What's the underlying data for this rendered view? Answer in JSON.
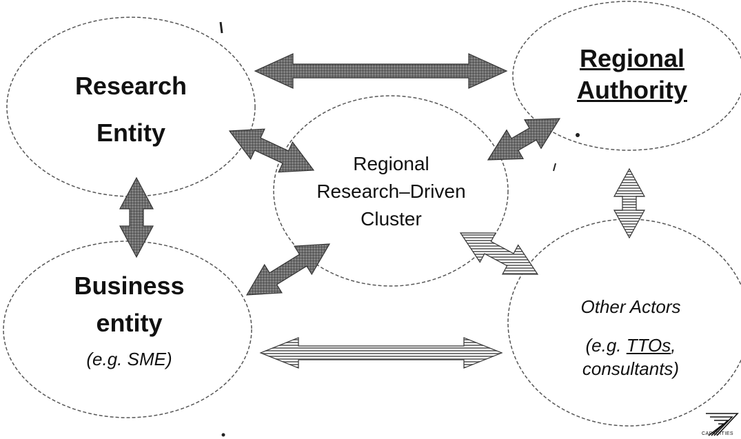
{
  "research_entity": {
    "line1": "Research",
    "line2": "Entity"
  },
  "regional_authority": {
    "line1": "Regional",
    "line2": "Authority"
  },
  "cluster": {
    "line1": "Regional",
    "line2": "Research–Driven",
    "line3": "Cluster"
  },
  "business_entity": {
    "line1": "Business",
    "line2": "entity",
    "note": "(e.g. SME)"
  },
  "other_actors": {
    "line1": "Other Actors",
    "line2_prefix": "(e.g. ",
    "line2_link": "TTOs",
    "line2_suffix": ",",
    "line3": "consultants)"
  },
  "logo": {
    "caption": "CAPACITIES",
    "icon": "fp7-capacities-logo"
  },
  "colors": {
    "dark_arrow": "#5a5a5a",
    "hatched_arrow": "#8a8a8a",
    "outline": "#444444"
  }
}
